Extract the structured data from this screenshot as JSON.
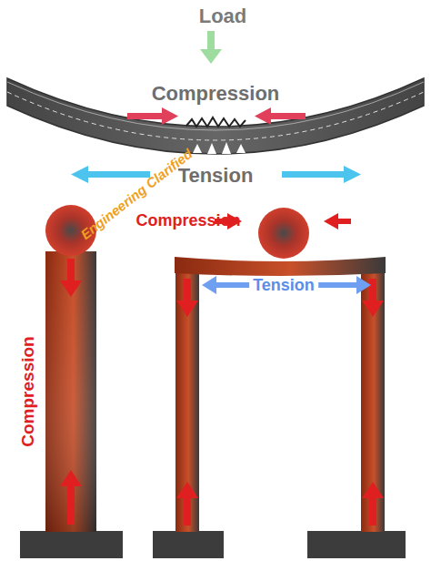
{
  "diagram": {
    "labels": [
      "Load",
      "Compression",
      "Tension",
      "Engineering Clarified",
      "Compression",
      "Tension",
      "Compression"
    ]
  }
}
